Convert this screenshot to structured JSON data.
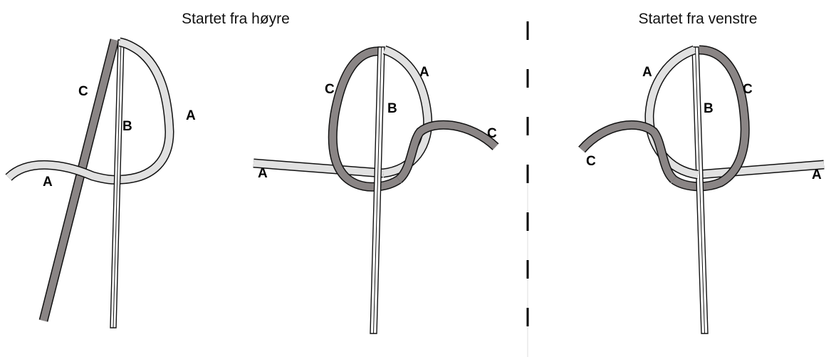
{
  "headings": {
    "right_start": "Startet fra høyre",
    "left_start": "Startet fra venstre"
  },
  "labels": {
    "a": "A",
    "b": "B",
    "c": "C"
  },
  "colors": {
    "strand_a": "#e1e1e1",
    "strand_c": "#8a8585",
    "pole": "#ffffff",
    "outline": "#111111"
  }
}
